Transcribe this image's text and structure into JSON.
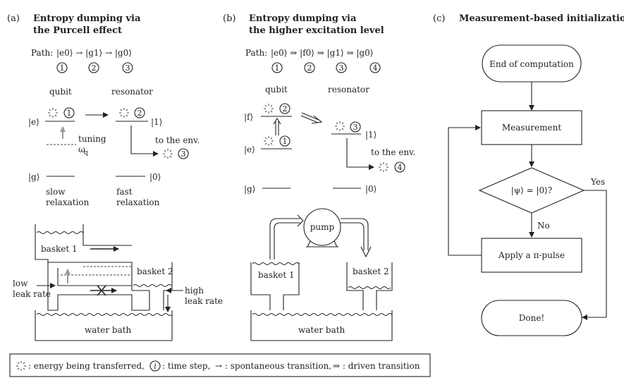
{
  "panel_a": {
    "label": "(a)",
    "title_line1": "Entropy dumping via",
    "title_line2": "the Purcell effect",
    "path_label": "Path:",
    "path": "|e0⟩ → |g1⟩ → |g0⟩",
    "steps": [
      "1",
      "2",
      "3"
    ],
    "qubit": "qubit",
    "resonator": "resonator",
    "ket_e": "|e⟩",
    "ket_g": "|g⟩",
    "ket_1": "|1⟩",
    "ket_0": "|0⟩",
    "tuning": "tuning",
    "omega": "ω",
    "omega_sub": "q",
    "to_env": "to the env.",
    "slow_1": "slow",
    "slow_2": "relaxation",
    "fast_1": "fast",
    "fast_2": "relaxation",
    "basket1": "basket 1",
    "basket2": "basket 2",
    "low_leak_1": "low",
    "low_leak_2": "leak rate",
    "high_leak_1": "high",
    "high_leak_2": "leak rate",
    "water_bath": "water bath"
  },
  "panel_b": {
    "label": "(b)",
    "title_line1": "Entropy dumping via",
    "title_line2": "the higher excitation level",
    "path_label": "Path:",
    "path": "|e0⟩ ⇒ |f0⟩ ⇒ |g1⟩ ⇒ |g0⟩",
    "steps": [
      "1",
      "2",
      "3",
      "4"
    ],
    "qubit": "qubit",
    "resonator": "resonator",
    "ket_f": "|f⟩",
    "ket_e": "|e⟩",
    "ket_g": "|g⟩",
    "ket_1": "|1⟩",
    "ket_0": "|0⟩",
    "to_env": "to the env.",
    "pump": "pump",
    "basket1": "basket 1",
    "basket2": "basket 2",
    "water_bath": "water bath"
  },
  "panel_c": {
    "label": "(c)",
    "title": "Measurement-based initialization",
    "end": "End of computation",
    "measurement": "Measurement",
    "decision": "|ψ⟩ = |0⟩?",
    "yes": "Yes",
    "no": "No",
    "pulse": "Apply a π-pulse",
    "done": "Done!"
  },
  "legend": {
    "energy": ": energy being transferred,",
    "step_symbol": "i",
    "step": ": time step,",
    "spont": "→ : spontaneous transition,",
    "driven": "⇒ : driven transition"
  }
}
